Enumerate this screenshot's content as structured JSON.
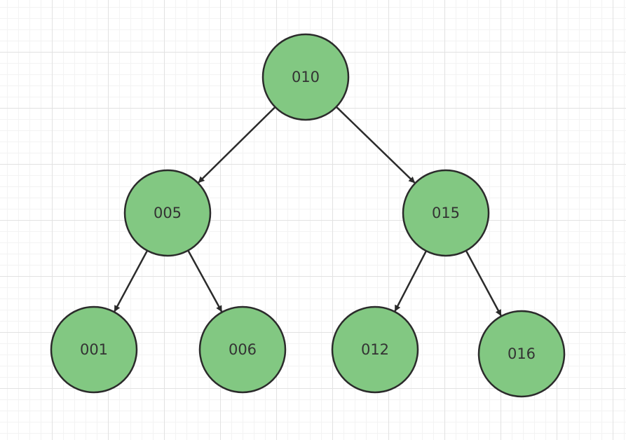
{
  "diagram": {
    "node_color": "#82c882",
    "stroke_color": "#2b2b2b",
    "nodes": [
      {
        "id": "n010",
        "label": "010"
      },
      {
        "id": "n005",
        "label": "005"
      },
      {
        "id": "n015",
        "label": "015"
      },
      {
        "id": "n001",
        "label": "001"
      },
      {
        "id": "n006",
        "label": "006"
      },
      {
        "id": "n012",
        "label": "012"
      },
      {
        "id": "n016",
        "label": "016"
      }
    ],
    "edges": [
      {
        "from": "n010",
        "to": "n005"
      },
      {
        "from": "n010",
        "to": "n015"
      },
      {
        "from": "n005",
        "to": "n001"
      },
      {
        "from": "n005",
        "to": "n006"
      },
      {
        "from": "n015",
        "to": "n012"
      },
      {
        "from": "n015",
        "to": "n016"
      }
    ]
  }
}
